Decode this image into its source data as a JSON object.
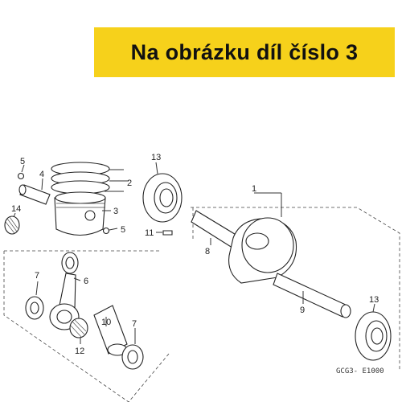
{
  "banner": {
    "text": "Na obrázku díl číslo 3"
  },
  "diagram": {
    "labels": {
      "p1": "1",
      "p2": "2",
      "p3": "3",
      "p4": "4",
      "p5a": "5",
      "p5b": "5",
      "p6": "6",
      "p7a": "7",
      "p7b": "7",
      "p8": "8",
      "p9": "9",
      "p10": "10",
      "p11": "11",
      "p12": "12",
      "p13a": "13",
      "p13b": "13",
      "p14": "14"
    },
    "code": "GCG3- E1000"
  }
}
